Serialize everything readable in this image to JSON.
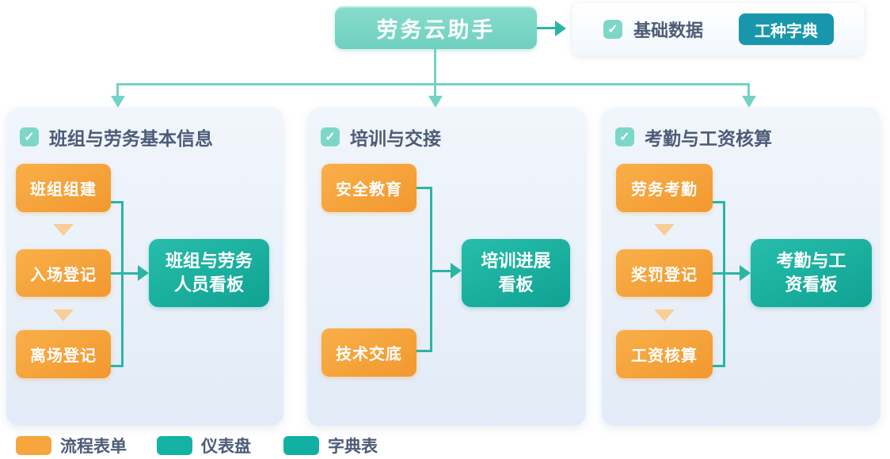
{
  "root": {
    "title": "劳务云助手"
  },
  "icons": {
    "checkbox": "✓"
  },
  "base_data_card": {
    "label": "基础数据",
    "dict_button": "工种字典"
  },
  "panels": [
    {
      "title": "班组与劳务基本信息",
      "steps": [
        "班组组建",
        "入场登记",
        "离场登记"
      ],
      "dashboard": {
        "line1": "班组与劳务",
        "line2": "人员看板"
      }
    },
    {
      "title": "培训与交接",
      "steps": [
        "安全教育",
        "技术交底"
      ],
      "dashboard": {
        "line1": "培训进展",
        "line2": "看板"
      }
    },
    {
      "title": "考勤与工资核算",
      "steps": [
        "劳务考勤",
        "奖罚登记",
        "工资核算"
      ],
      "dashboard": {
        "line1": "考勤与工",
        "line2": "资看板"
      }
    }
  ],
  "legend": [
    {
      "label": "流程表单",
      "color": "#F6A63C"
    },
    {
      "label": "仪表盘",
      "color": "#14B2A4"
    },
    {
      "label": "字典表",
      "color": "#12AFA3"
    }
  ],
  "colors": {
    "root_box": "#7BD6C7",
    "connector_light": "#72D3C5",
    "connector_dark": "#2BB5A4",
    "process_box": "#F6A63C",
    "process_step_arrow": "#F8CE96",
    "dashboard_box": "#1CB2A1",
    "dict_button": "#1897AC",
    "panel_background": "#EBF2FA",
    "heading_text": "#4C5C77",
    "checkbox": "#7DD7C8"
  }
}
